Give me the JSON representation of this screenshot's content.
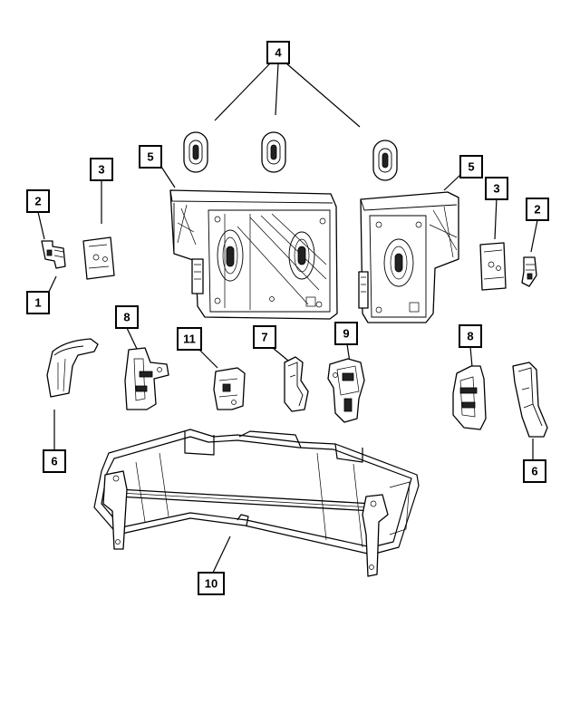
{
  "callouts": [
    {
      "id": "c4",
      "label": "4"
    },
    {
      "id": "c5-left",
      "label": "5"
    },
    {
      "id": "c5-right",
      "label": "5"
    },
    {
      "id": "c3-left",
      "label": "3"
    },
    {
      "id": "c3-right",
      "label": "3"
    },
    {
      "id": "c2-left",
      "label": "2"
    },
    {
      "id": "c2-right",
      "label": "2"
    },
    {
      "id": "c1",
      "label": "1"
    },
    {
      "id": "c8-left",
      "label": "8"
    },
    {
      "id": "c8-right",
      "label": "8"
    },
    {
      "id": "c11",
      "label": "11"
    },
    {
      "id": "c7",
      "label": "7"
    },
    {
      "id": "c9",
      "label": "9"
    },
    {
      "id": "c6-left",
      "label": "6"
    },
    {
      "id": "c6-right",
      "label": "6"
    },
    {
      "id": "c10",
      "label": "10"
    }
  ]
}
